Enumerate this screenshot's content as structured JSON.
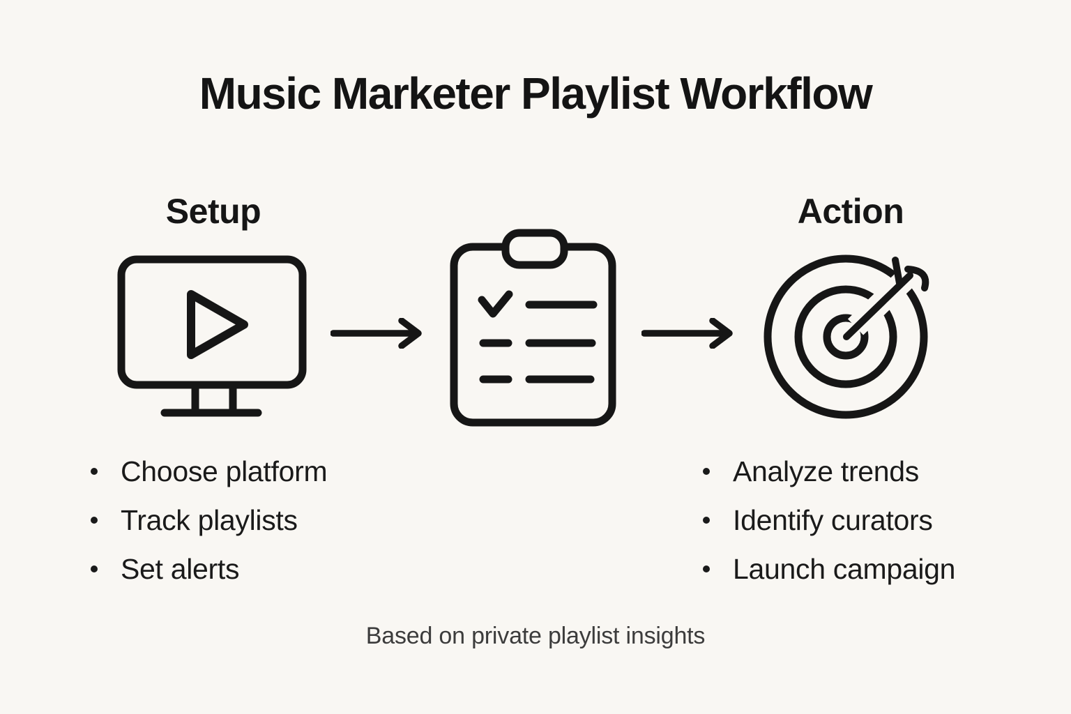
{
  "theme": {
    "background": "#f9f7f3",
    "ink": "#161616",
    "list_text": "#1a1a1a",
    "muted_text": "#3c3c3c"
  },
  "title": "Music Marketer Playlist Workflow",
  "workflow": {
    "setup": {
      "heading": "Setup",
      "icon": "monitor-play-icon",
      "items": [
        "Choose platform",
        "Track playlists",
        "Set alerts"
      ]
    },
    "middle": {
      "icon": "clipboard-checklist-icon"
    },
    "action": {
      "heading": "Action",
      "icon": "target-dart-icon",
      "items": [
        "Analyze trends",
        "Identify curators",
        "Launch campaign"
      ]
    },
    "connectors": [
      "arrow-right-icon",
      "arrow-right-icon"
    ]
  },
  "footer": {
    "note": "Based on private playlist insights"
  }
}
